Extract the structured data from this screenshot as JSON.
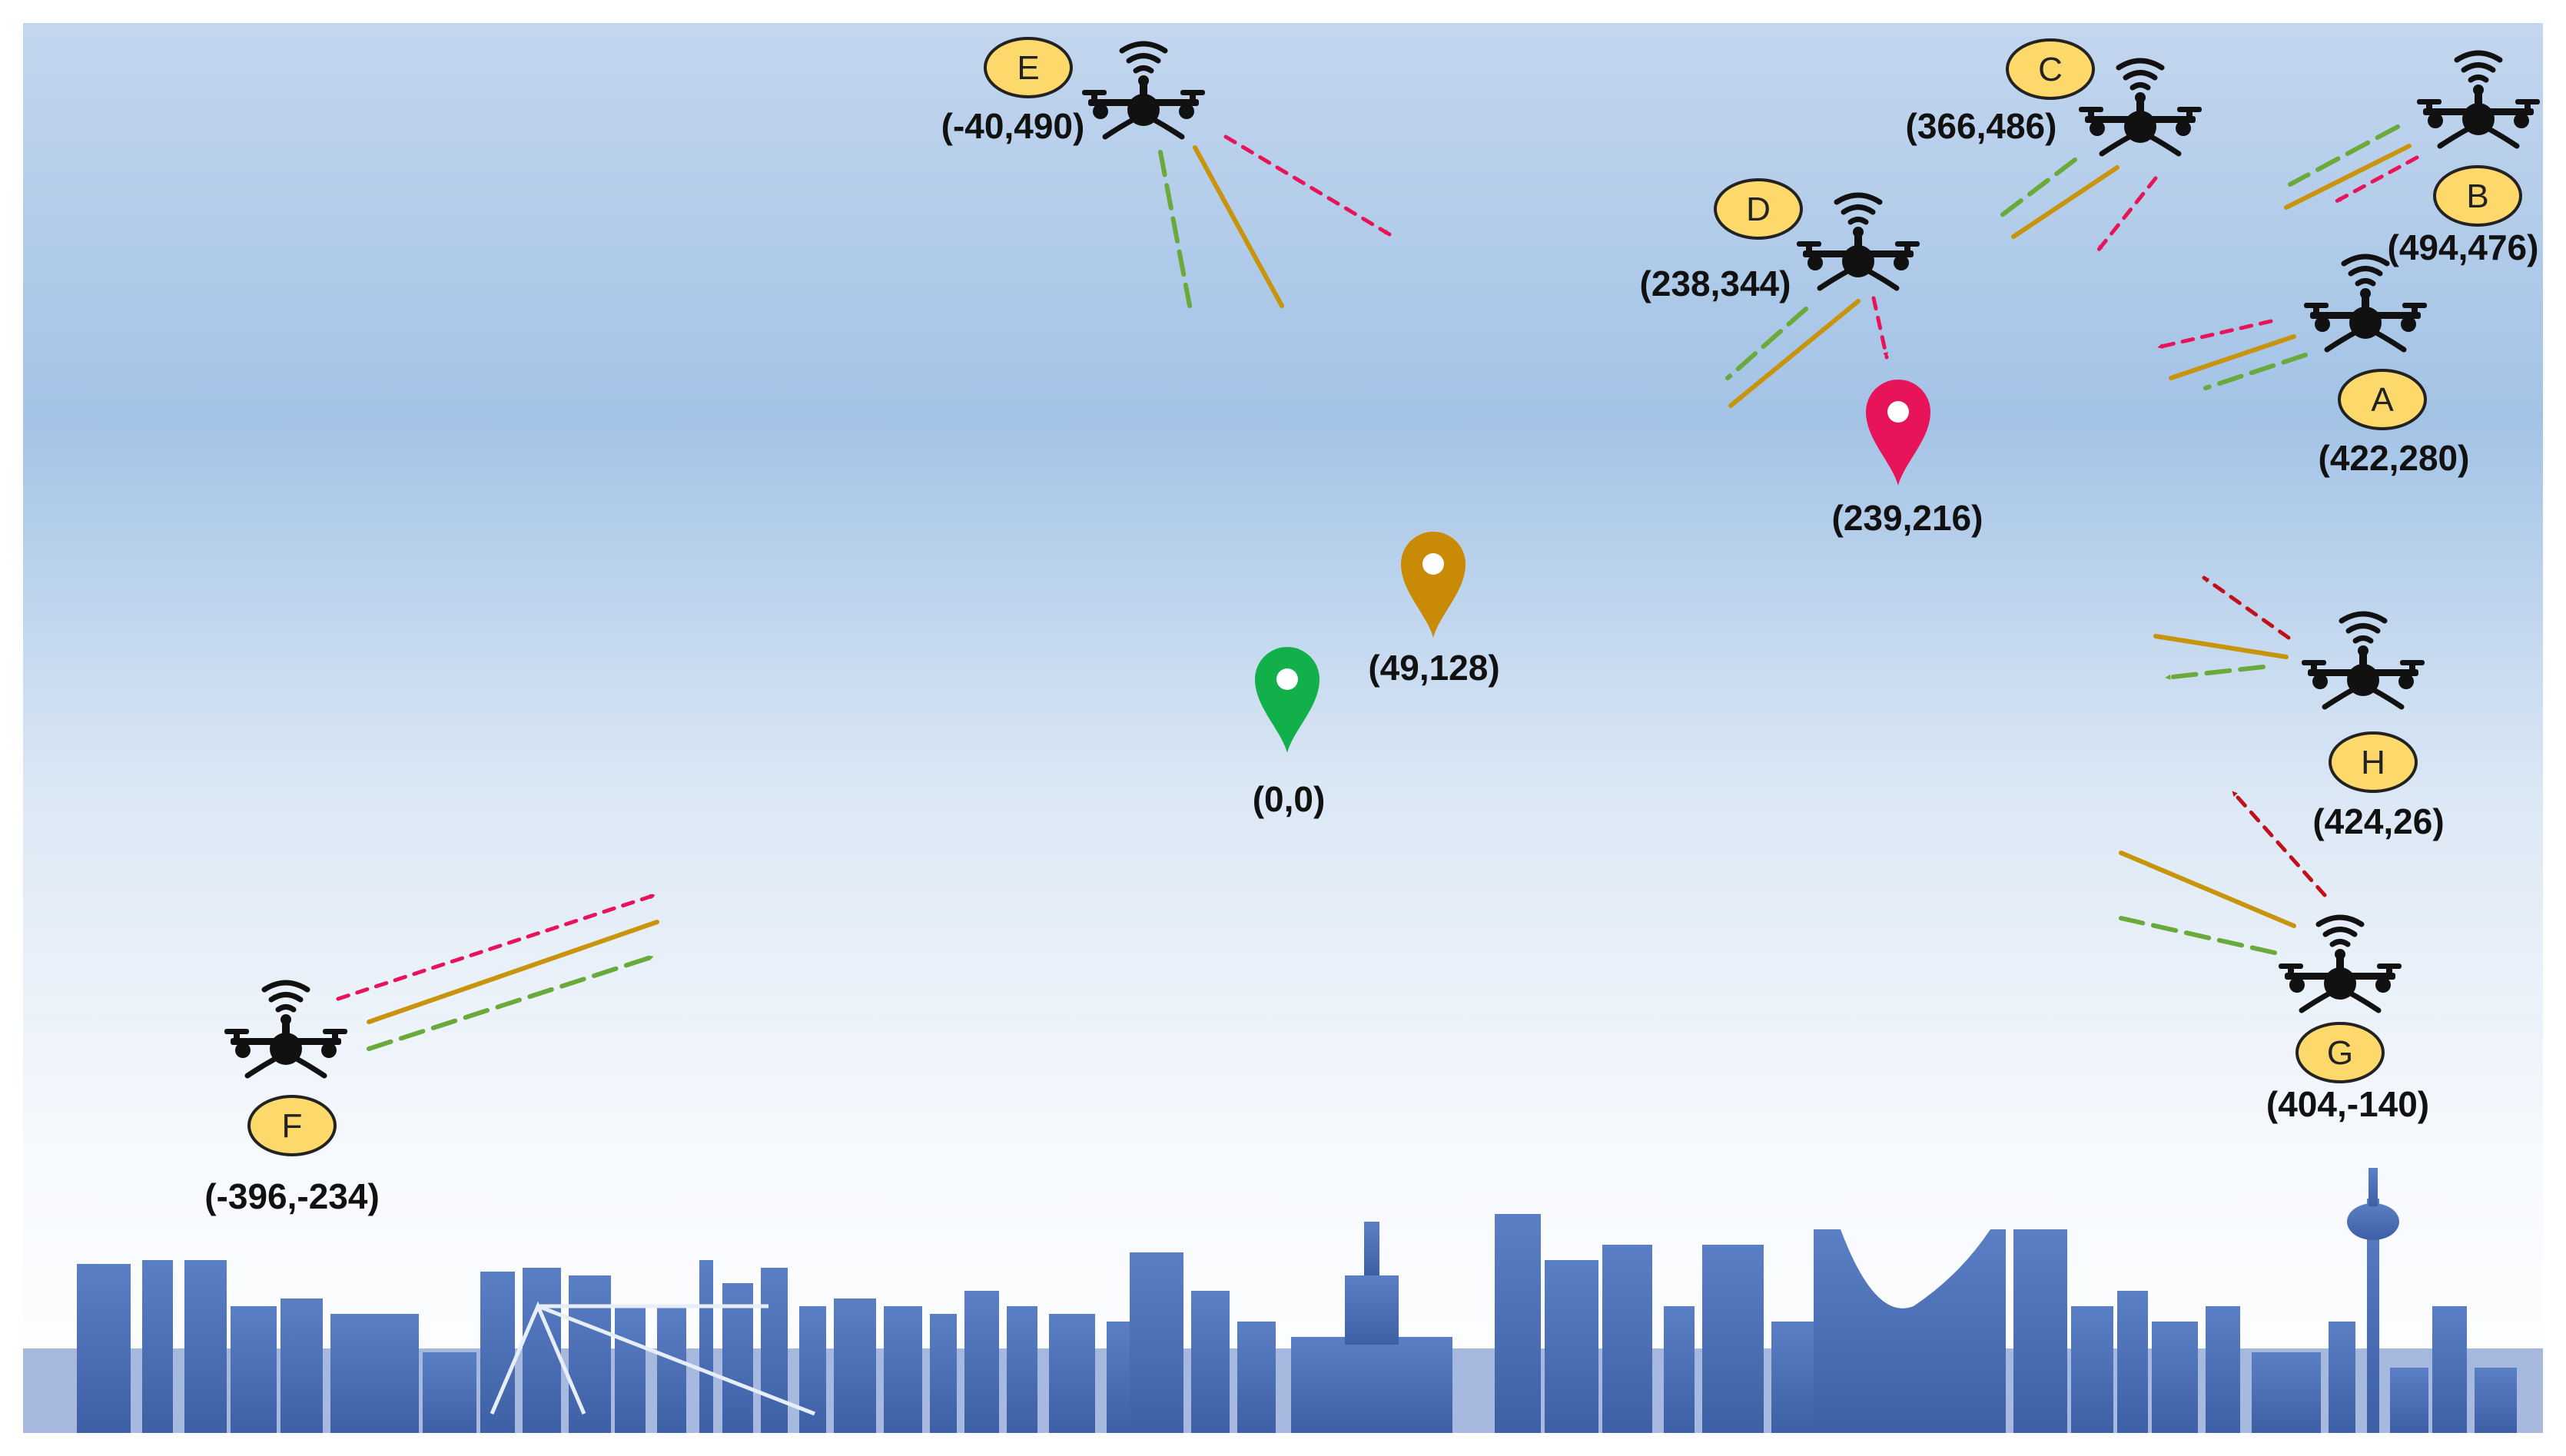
{
  "colors": {
    "green": "#6aaa3a",
    "gold": "#c8940c",
    "pink": "#e8145a",
    "darkred": "#c0101a",
    "badge_fill": "#fdd86a",
    "badge_stroke": "#222222",
    "marker_green": "#12b04a",
    "marker_gold": "#c98a06",
    "marker_pink": "#e8145a",
    "drone": "#111111",
    "city": "#4a6fb5"
  },
  "drones": [
    {
      "id": "A",
      "label": "A",
      "coord": "(422,280)"
    },
    {
      "id": "B",
      "label": "B",
      "coord": "(494,476)"
    },
    {
      "id": "C",
      "label": "C",
      "coord": "(366,486)"
    },
    {
      "id": "D",
      "label": "D",
      "coord": "(238,344)"
    },
    {
      "id": "E",
      "label": "E",
      "coord": "(-40,490)"
    },
    {
      "id": "F",
      "label": "F",
      "coord": "(-396,-234)"
    },
    {
      "id": "G",
      "label": "G",
      "coord": "(404,-140)"
    },
    {
      "id": "H",
      "label": "H",
      "coord": "(424,26)"
    }
  ],
  "markers": [
    {
      "id": "green",
      "coord": "(0,0)",
      "icon": "map-pin-icon"
    },
    {
      "id": "gold",
      "coord": "(49,128)",
      "icon": "map-pin-icon"
    },
    {
      "id": "pink",
      "coord": "(239,216)",
      "icon": "map-pin-icon"
    }
  ],
  "icons": {
    "drone": "drone-icon",
    "signal": "wifi-signal-icon",
    "skyline": "city-skyline"
  }
}
